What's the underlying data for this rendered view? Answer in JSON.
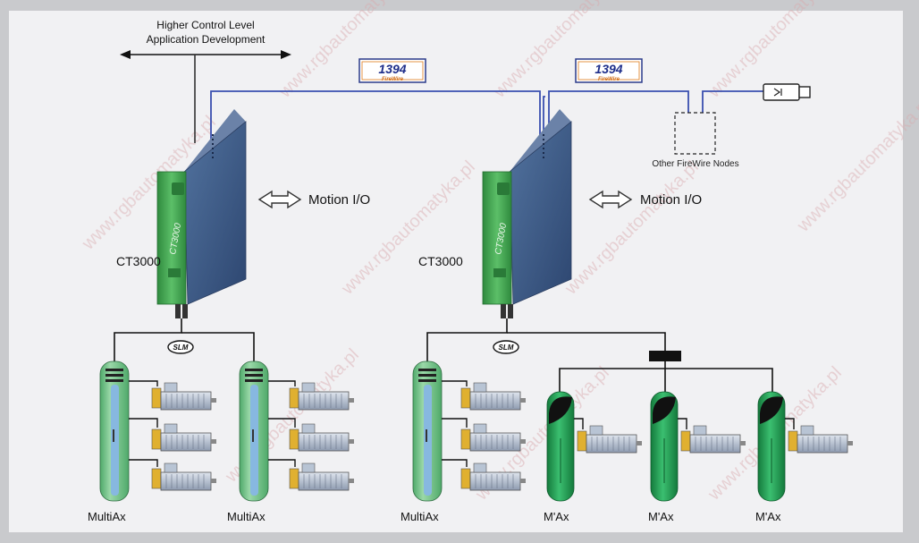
{
  "header": {
    "line1": "Higher Control Level",
    "line2": "Application Development"
  },
  "bus": {
    "firewire_logo_number": "1394",
    "firewire_logo_text": "FireWire",
    "other_nodes_label": "Other FireWire Nodes"
  },
  "controllers": [
    {
      "name": "CT3000",
      "device_text": "CT3000",
      "io_label": "Motion I/O"
    },
    {
      "name": "CT3000",
      "device_text": "CT3000",
      "io_label": "Motion I/O"
    }
  ],
  "slm_label": "SLM",
  "drive_labels": {
    "multiax": "MultiAx",
    "max": "M'Ax"
  },
  "watermark": "www.rgbautomatyka.pl",
  "colors": {
    "frame": "#c9cacd",
    "panel": "#f1f1f3",
    "firewire_cable": "#3a4fb0",
    "controller_front": "#4fae5b",
    "controller_side": "#3a5a8a",
    "multiax": "#8bcf9a",
    "max": "#1f9a52"
  }
}
